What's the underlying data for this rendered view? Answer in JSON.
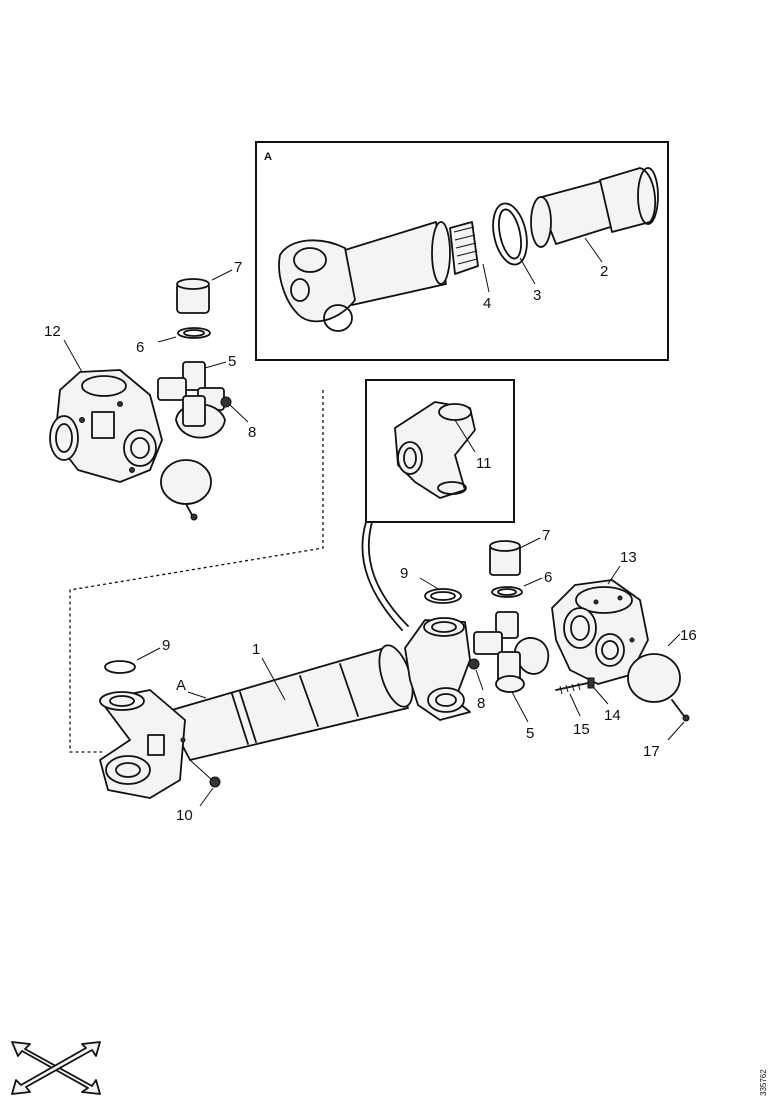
{
  "detail_box_label": "A",
  "main_leader_label": "A",
  "callouts": {
    "c1": "1",
    "c2": "2",
    "c3": "3",
    "c4": "4",
    "c5_top": "5",
    "c5_bottom": "5",
    "c6_top": "6",
    "c6_right": "6",
    "c7_top": "7",
    "c7_right": "7",
    "c8_top": "8",
    "c8_bottom": "8",
    "c9_left": "9",
    "c9_right": "9",
    "c10": "10",
    "c11": "11",
    "c12": "12",
    "c13": "13",
    "c14": "14",
    "c15": "15",
    "c16": "16",
    "c17": "17"
  },
  "figure_code": "335762",
  "icons": {
    "orientation": "orientation-arrows-icon"
  }
}
